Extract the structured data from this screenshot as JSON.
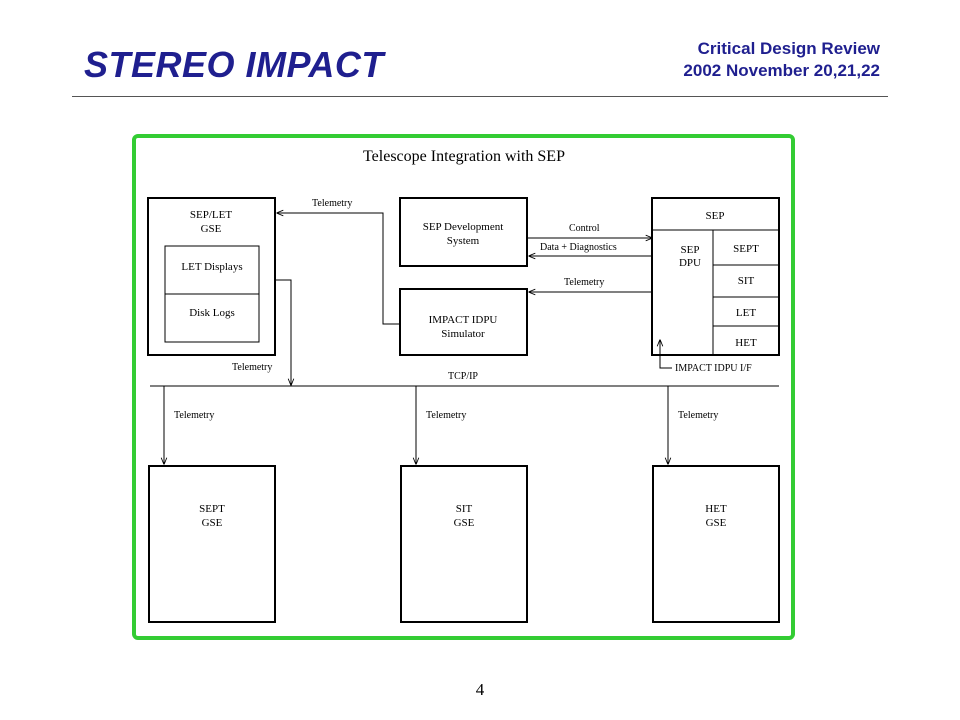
{
  "slide": {
    "title": "STEREO IMPACT",
    "review_line1": "Critical Design Review",
    "review_line2": "2002 November 20,21,22",
    "page_number": "4"
  },
  "diagram": {
    "title": "Telescope Integration with SEP",
    "colors": {
      "frame": "#33cc33",
      "title": "#1f1f8f",
      "line": "#000000"
    },
    "sep_let_gse": {
      "line1": "SEP/LET",
      "line2": "GSE",
      "displays": "LET Displays",
      "logs": "Disk Logs"
    },
    "sep_dev": {
      "line1": "SEP Development",
      "line2": "System"
    },
    "idpu_sim": {
      "line1": "IMPACT IDPU",
      "line2": "Simulator"
    },
    "sep": {
      "header": "SEP",
      "dpu_line1": "SEP",
      "dpu_line2": "DPU",
      "sept": "SEPT",
      "sit": "SIT",
      "let": "LET",
      "het": "HET"
    },
    "labels": {
      "telemetry_top": "Telemetry",
      "control": "Control",
      "data_diag": "Data + Diagnostics",
      "telemetry_mid": "Telemetry",
      "telemetry_left": "Telemetry",
      "tcpip": "TCP/IP",
      "idpu_if": "IMPACT IDPU I/F",
      "telemetry_b1": "Telemetry",
      "telemetry_b2": "Telemetry",
      "telemetry_b3": "Telemetry"
    },
    "sept_gse": {
      "line1": "SEPT",
      "line2": "GSE"
    },
    "sit_gse": {
      "line1": "SIT",
      "line2": "GSE"
    },
    "het_gse": {
      "line1": "HET",
      "line2": "GSE"
    }
  }
}
